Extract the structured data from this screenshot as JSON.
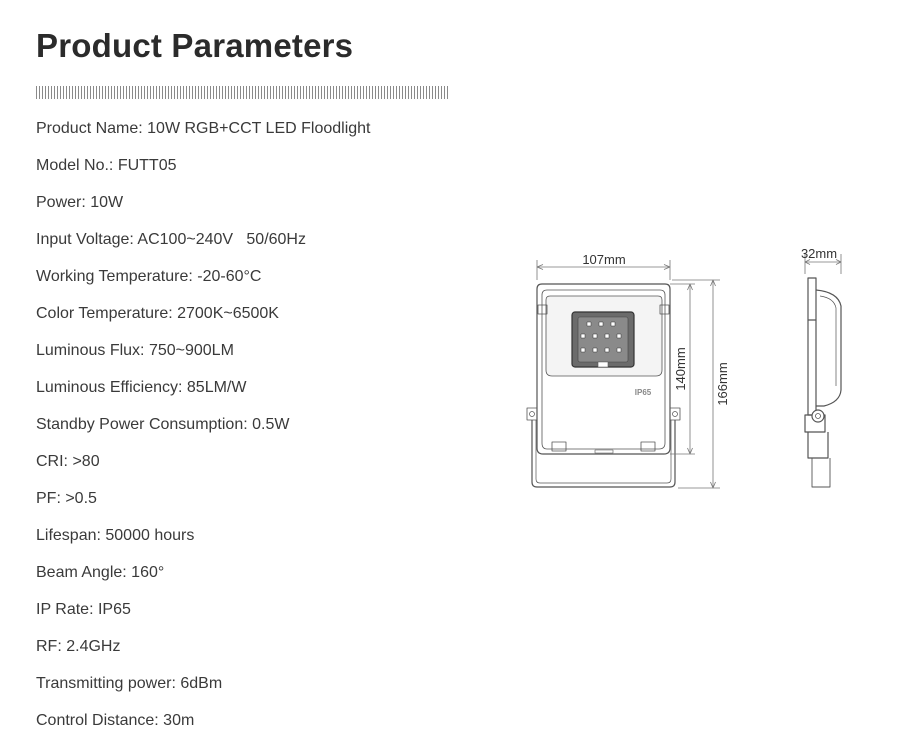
{
  "heading": "Product Parameters",
  "parameters": [
    "Product Name: 10W RGB+CCT LED Floodlight",
    "Model No.: FUTT05",
    "Power: 10W",
    "Input Voltage: AC100~240V   50/60Hz",
    "Working Temperature: -20-60°C",
    "Color Temperature: 2700K~6500K",
    "Luminous Flux: 750~900LM",
    "Luminous Efficiency: 85LM/W",
    "Standby Power Consumption: 0.5W",
    "CRI: >80",
    "PF: >0.5",
    "Lifespan: 50000 hours",
    "Beam Angle: 160°",
    "IP Rate: IP65",
    "RF: 2.4GHz",
    "Transmitting power: 6dBm",
    "Control Distance: 30m"
  ],
  "drawing": {
    "width_label": "107mm",
    "body_height_label": "140mm",
    "total_height_label": "166mm",
    "depth_label": "32mm",
    "ip_mark": "IP65"
  }
}
